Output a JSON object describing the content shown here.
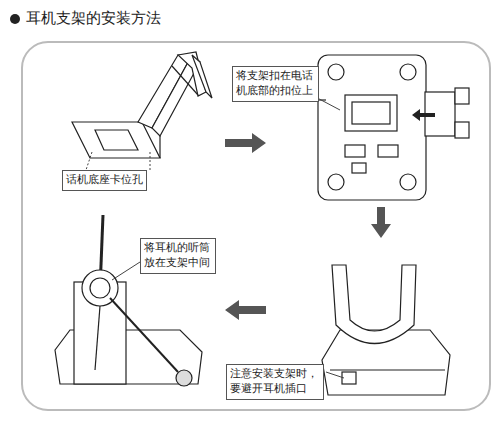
{
  "diagram": {
    "title": "耳机支架的安装方法",
    "nodes": [
      {
        "text": [
          "话机底座卡位孔"
        ]
      },
      {
        "text": [
          "将支架扣在电话机底部的扣位上"
        ]
      },
      {
        "text": [
          "将耳机的听筒放在支架中间"
        ]
      },
      {
        "text": [
          "注意安装支架时，要避开耳机插口"
        ]
      }
    ]
  }
}
